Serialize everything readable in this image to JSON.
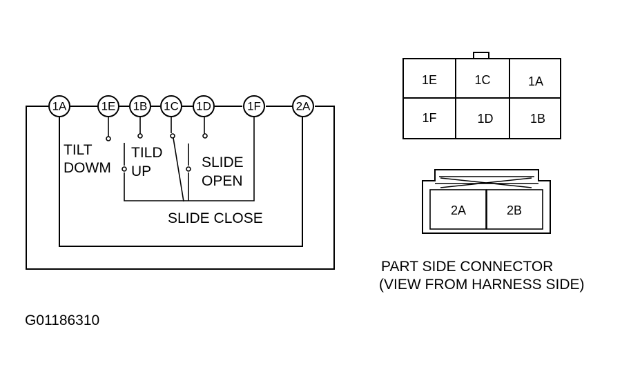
{
  "switch_diagram": {
    "terminals": [
      "1A",
      "1E",
      "1B",
      "1C",
      "1D",
      "1F",
      "2A"
    ],
    "labels": {
      "tilt_down_line1": "TILT",
      "tilt_down_line2": "DOWM",
      "tilt_up_line1": "TILD",
      "tilt_up_line2": "UP",
      "slide_open_line1": "SLIDE",
      "slide_open_line2": "OPEN",
      "slide_close": "SLIDE CLOSE"
    }
  },
  "connector_upper": {
    "row1": [
      "1E",
      "1C",
      "1A"
    ],
    "row2": [
      "1F",
      "1D",
      "1B"
    ]
  },
  "connector_lower": {
    "cells": [
      "2A",
      "2B"
    ]
  },
  "caption": {
    "line1": "PART SIDE CONNECTOR",
    "line2": "(VIEW FROM HARNESS SIDE)"
  },
  "figure_id": "G01186310"
}
